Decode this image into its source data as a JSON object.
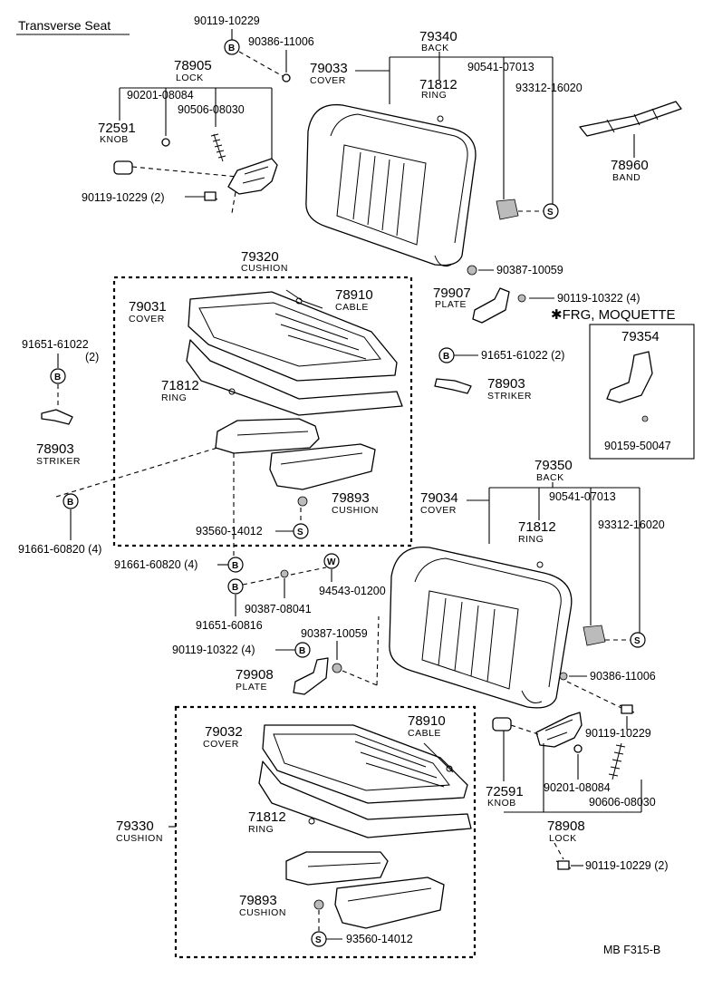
{
  "title": "Transverse Seat",
  "frg_note": "✱FRG, MOQUETTE",
  "footer_code": "MB  F315-B",
  "symbols": {
    "b": "B",
    "s": "S",
    "w": "W"
  },
  "upper": {
    "p90119_10229": "90119-10229",
    "p90386_11006": "90386-11006",
    "p78905": "78905",
    "lock": "LOCK",
    "p90201_08084": "90201-08084",
    "p90506_08030": "90506-08030",
    "p72591": "72591",
    "knob": "KNOB",
    "p90119_10229_2": "90119-10229 (2)",
    "p79340": "79340",
    "back": "BACK",
    "p79033": "79033",
    "cover": "COVER",
    "p71812": "71812",
    "ring": "RING",
    "p90541_07013": "90541-07013",
    "p93312_16020": "93312-16020",
    "p78960": "78960",
    "band": "BAND",
    "p90387_10059": "90387-10059",
    "p79907": "79907",
    "plate": "PLATE",
    "p90119_10322_4": "90119-10322 (4)",
    "p79354": "79354",
    "p90159_50047": "90159-50047",
    "p91651_61022": "91651-61022 (2)",
    "p78903": "78903",
    "striker": "STRIKER"
  },
  "middle": {
    "p79320": "79320",
    "cushion": "CUSHION",
    "p79031": "79031",
    "cover": "COVER",
    "p78910": "78910",
    "cable": "CABLE",
    "p91651_61022": "91651-61022",
    "qty2": "(2)",
    "p71812": "71812",
    "ring": "RING",
    "p78903": "78903",
    "striker": "STRIKER",
    "p79893": "79893",
    "cushion2": "CUSHION",
    "p93560_14012": "93560-14012",
    "p91661_60820_4_left": "91661-60820 (4)",
    "p91661_60820_4": "91661-60820 (4)",
    "p94543_01200": "94543-01200",
    "p90387_08041": "90387-08041",
    "p91651_60816": "91651-60816",
    "p90119_10322_4": "90119-10322 (4)",
    "p90387_10059": "90387-10059",
    "p79908": "79908",
    "plate": "PLATE"
  },
  "lower": {
    "p79350": "79350",
    "back": "BACK",
    "p79034": "79034",
    "cover": "COVER",
    "p90541_07013": "90541-07013",
    "p71812": "71812",
    "ring": "RING",
    "p93312_16020": "93312-16020",
    "p90386_11006": "90386-11006",
    "p90119_10229": "90119-10229",
    "p79032": "79032",
    "cover2": "COVER",
    "p78910": "78910",
    "cable": "CABLE",
    "p72591": "72591",
    "knob": "KNOB",
    "p90201_08084": "90201-08084",
    "p90606_08030": "90606-08030",
    "p78908": "78908",
    "lock": "LOCK",
    "p79330": "79330",
    "cushion": "CUSHION",
    "p71812b": "71812",
    "ring2": "RING",
    "p90119_10229_2": "90119-10229 (2)",
    "p79893": "79893",
    "cushion2": "CUSHION",
    "p93560_14012": "93560-14012"
  }
}
